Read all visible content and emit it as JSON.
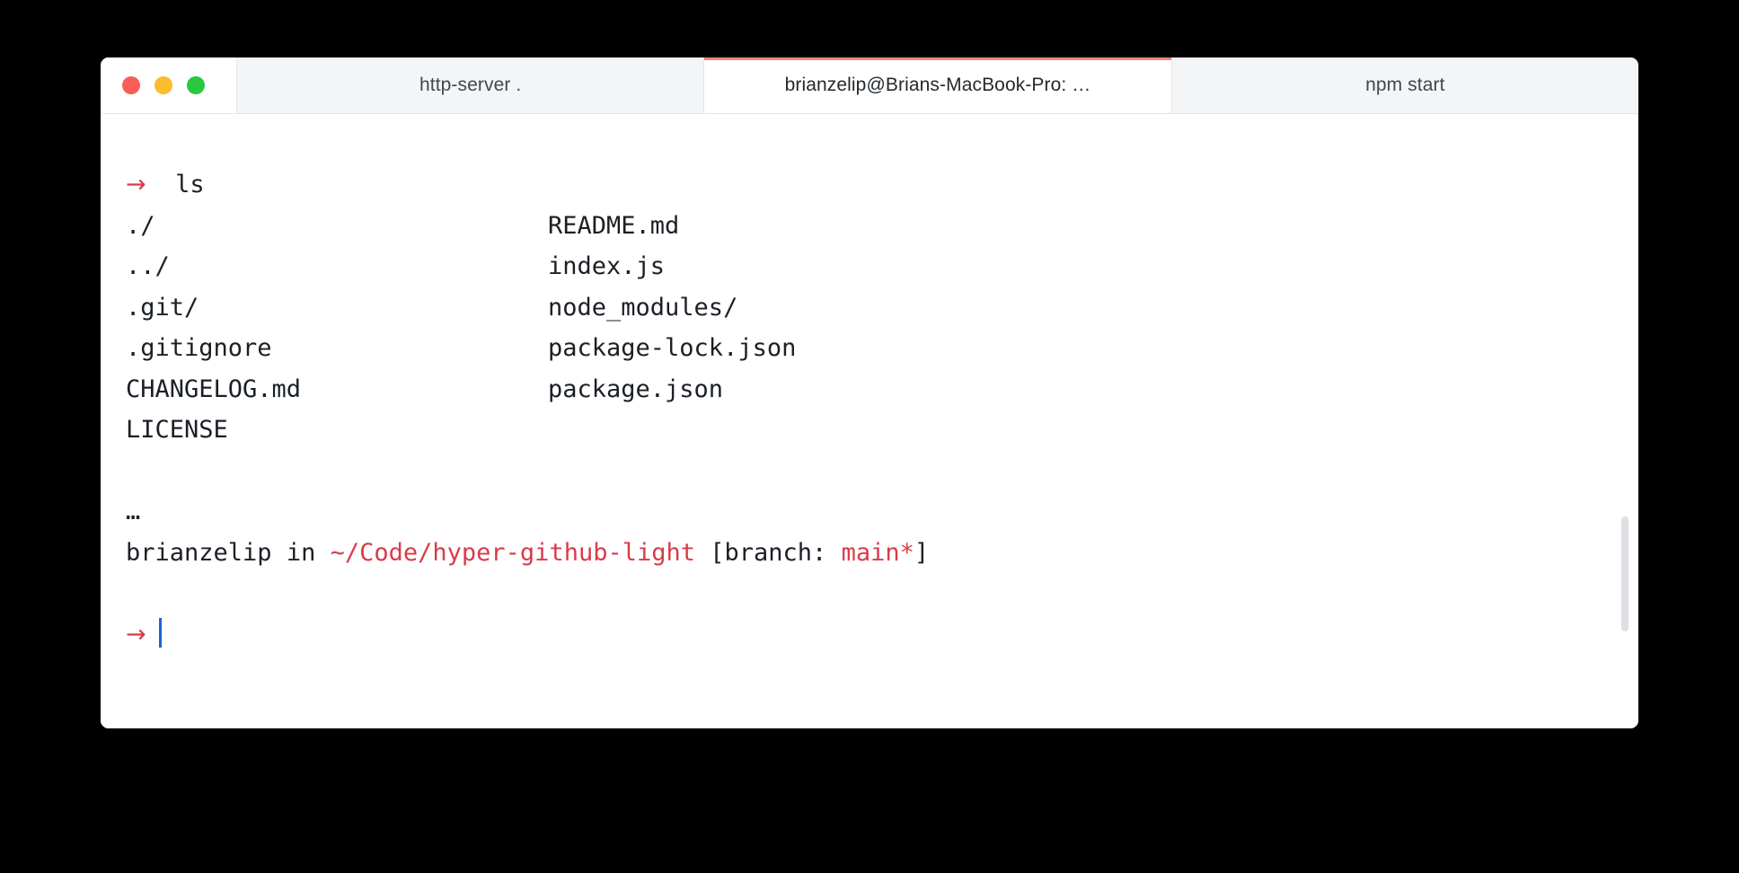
{
  "window": {
    "traffic_lights": [
      {
        "name": "close",
        "color": "#fa5e57"
      },
      {
        "name": "minimize",
        "color": "#fbbc2e"
      },
      {
        "name": "zoom",
        "color": "#28c83f"
      }
    ],
    "accent_color": "#f0837a",
    "background": "#ffffff"
  },
  "tabs": [
    {
      "label": "http-server .",
      "active": false
    },
    {
      "label": "brianzelip@Brians-MacBook-Pro: …",
      "active": true
    },
    {
      "label": "npm start",
      "active": false
    }
  ],
  "terminal": {
    "colors": {
      "foreground": "#1b2026",
      "red": "#d93b49",
      "cursor": "#1d62d6",
      "background": "#ffffff"
    },
    "prompt_symbol": "→",
    "command": "ls",
    "ls_output": [
      {
        "left": "./",
        "right": "README.md"
      },
      {
        "left": "../",
        "right": "index.js"
      },
      {
        "left": ".git/",
        "right": "node_modules/"
      },
      {
        "left": ".gitignore",
        "right": "package-lock.json"
      },
      {
        "left": "CHANGELOG.md",
        "right": "package.json"
      },
      {
        "left": "LICENSE",
        "right": ""
      }
    ],
    "status": {
      "ellipsis": "…",
      "user": "brianzelip",
      "in_word": "in",
      "path": "~/Code/hyper-github-light",
      "branch_open": "[branch: ",
      "branch_name": "main*",
      "branch_close": "]"
    },
    "input_value": ""
  },
  "scrollbar": {
    "thumb_color": "#dcdfe3"
  }
}
